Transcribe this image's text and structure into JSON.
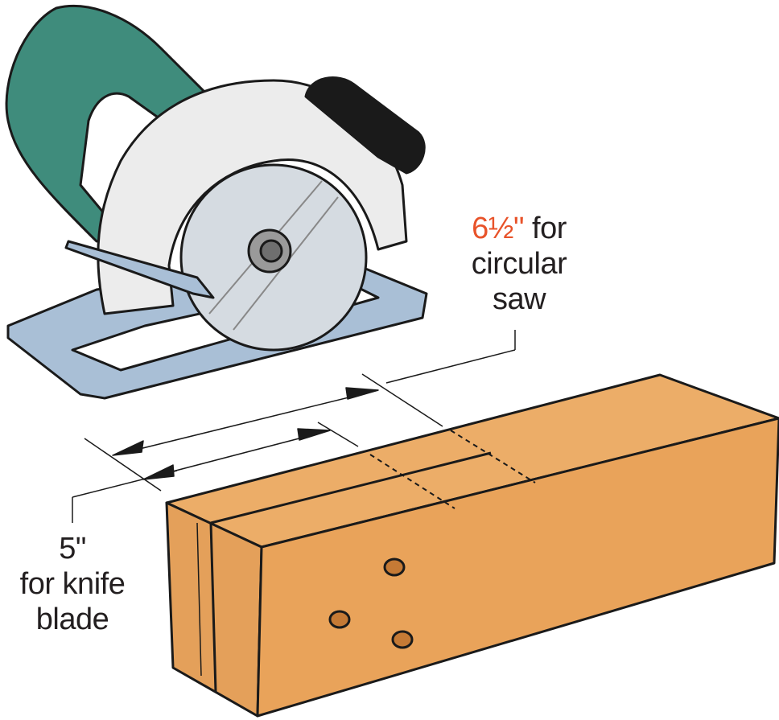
{
  "labels": {
    "saw_size": "6½\"",
    "saw_for": " for",
    "saw_line2": "circular",
    "saw_line3": "saw",
    "knife_size": "5\"",
    "knife_line2": "for knife",
    "knife_line3": "blade"
  },
  "colors": {
    "accent": "#e8532a",
    "handle": "#3f8c7c",
    "wood": "#e9a35a",
    "guard": "#ececec",
    "plate": "#a9bfd6",
    "knob": "#1a1a1a"
  }
}
